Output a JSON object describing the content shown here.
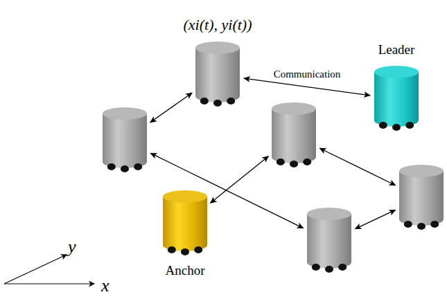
{
  "diagram": {
    "nodes": [
      {
        "text": [
          "(xi(t), yi(t))"
        ]
      },
      {
        "text": [
          "Leader"
        ]
      },
      {
        "text": []
      },
      {
        "text": []
      },
      {
        "text": []
      },
      {
        "text": [
          "Anchor"
        ]
      },
      {
        "text": []
      }
    ],
    "edges": [
      {
        "from": 0,
        "to": 2,
        "arrow": "both"
      },
      {
        "from": 0,
        "to": 1,
        "label": "Communication",
        "arrow": "both"
      },
      {
        "from": 3,
        "to": 5,
        "arrow": "both"
      },
      {
        "from": 3,
        "to": 4,
        "arrow": "both"
      },
      {
        "from": 4,
        "to": 6,
        "arrow": "both"
      },
      {
        "from": 2,
        "to": 6,
        "arrow": "both"
      }
    ],
    "labels": [
      "y",
      "x"
    ]
  }
}
